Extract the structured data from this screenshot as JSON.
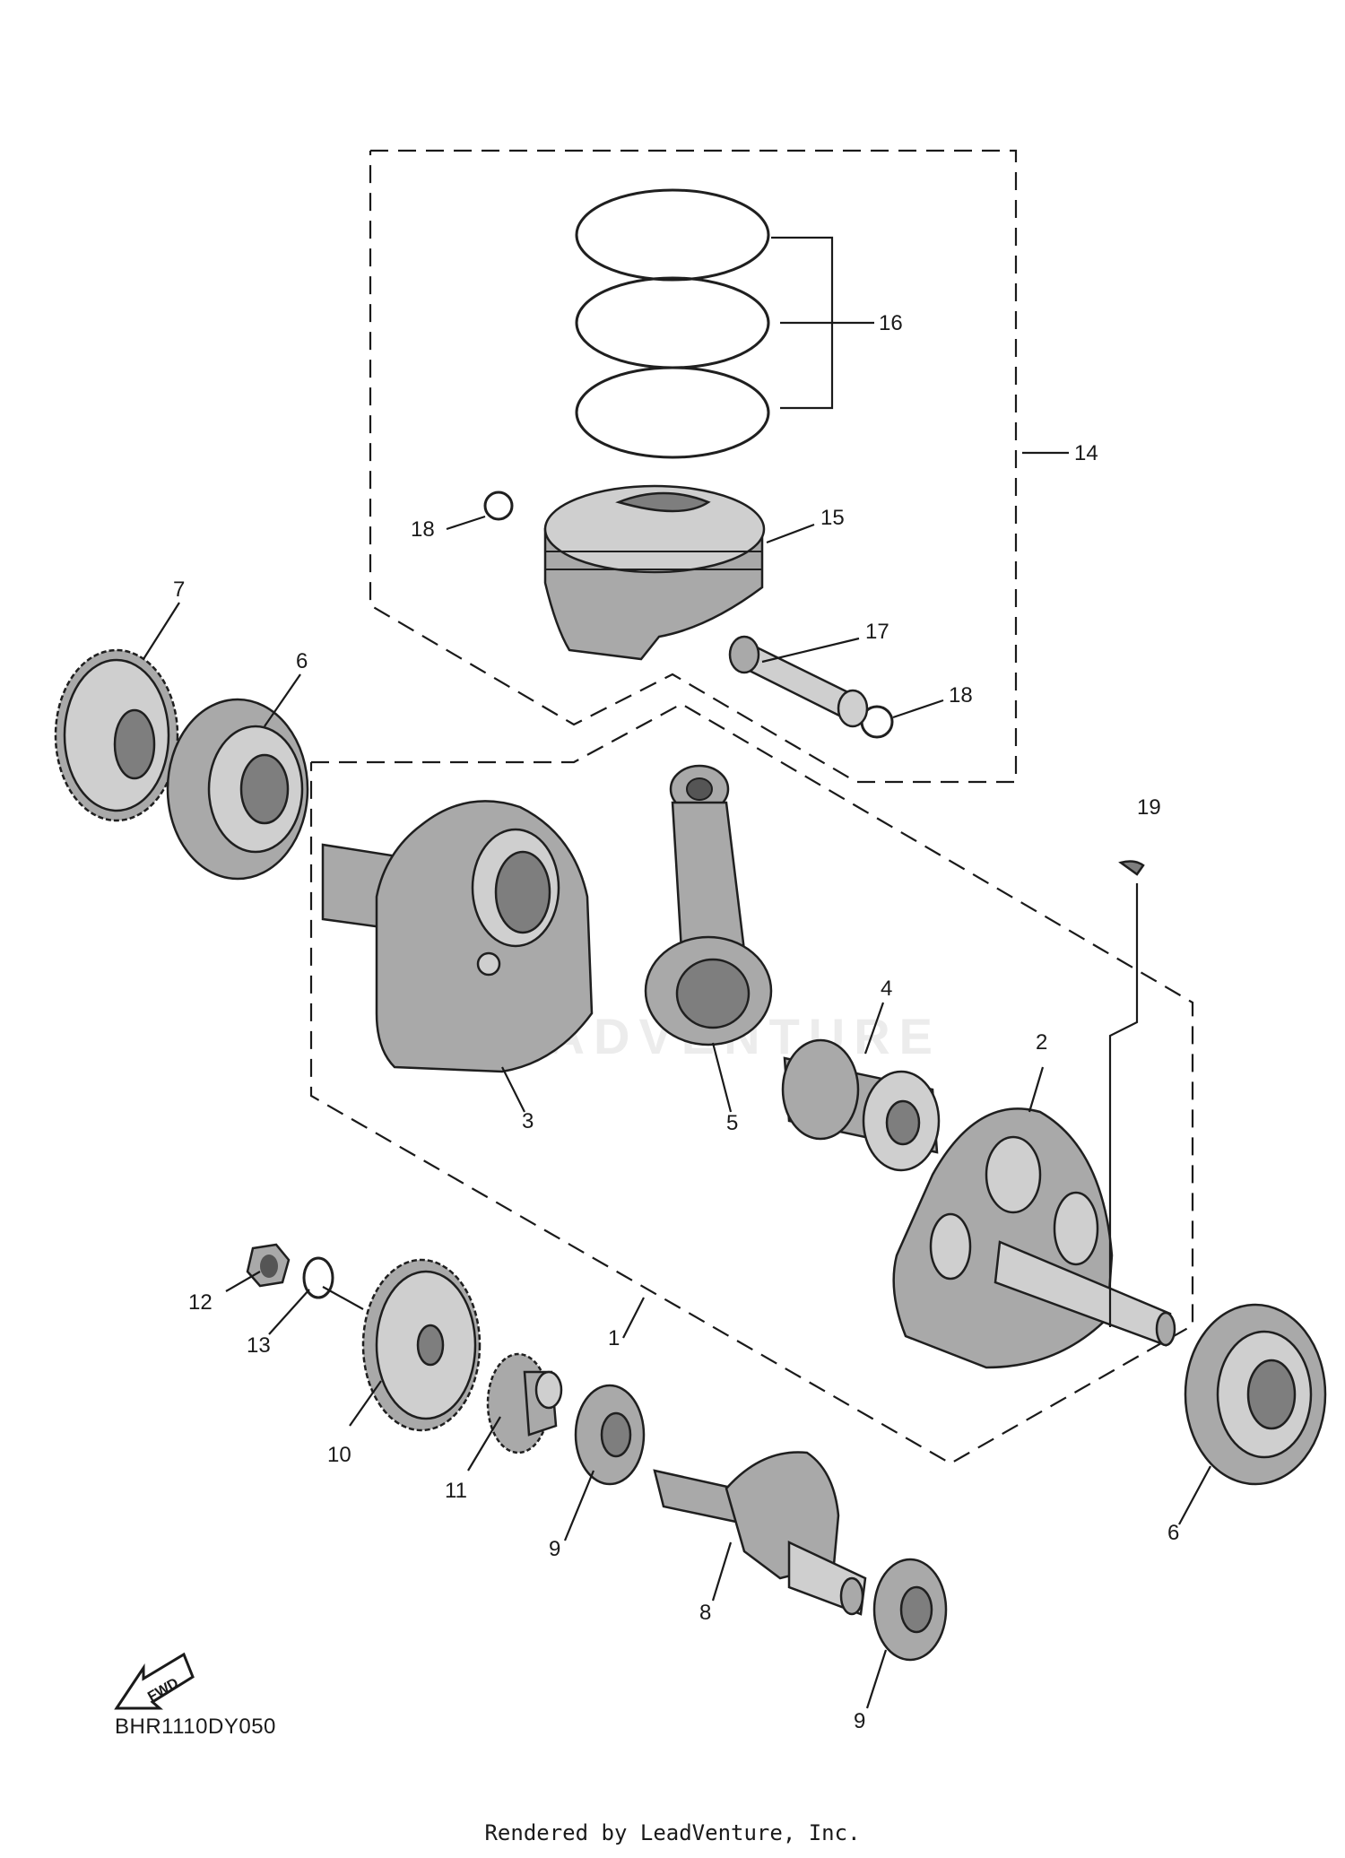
{
  "diagram": {
    "code": "BHR1110DY050",
    "credit": "Rendered by LeadVenture, Inc.",
    "watermark_text": "LEADVENTURE",
    "fwd_label": "FWD",
    "callouts": {
      "c1": "1",
      "c2": "2",
      "c3": "3",
      "c4": "4",
      "c5": "5",
      "c6a": "6",
      "c6b": "6",
      "c7": "7",
      "c8": "8",
      "c9a": "9",
      "c9b": "9",
      "c10": "10",
      "c11": "11",
      "c12": "12",
      "c13": "13",
      "c14": "14",
      "c15": "15",
      "c16": "16",
      "c17": "17",
      "c18a": "18",
      "c18b": "18",
      "c19": "19"
    },
    "colors": {
      "line": "#1a1a1a",
      "part": "#a9a9a9",
      "part_dark": "#7e7e7e"
    }
  }
}
